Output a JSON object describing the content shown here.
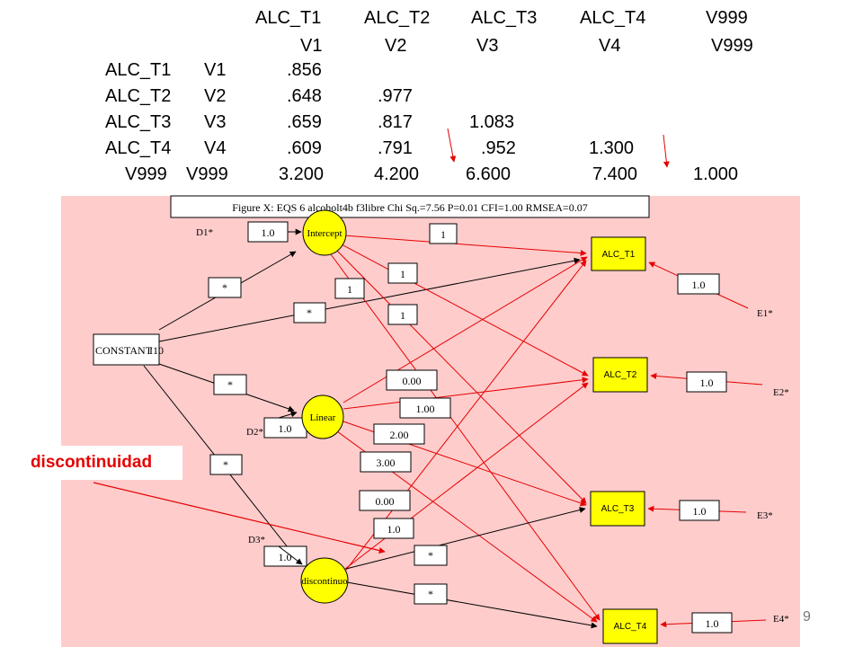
{
  "matrix": {
    "col_names": [
      "ALC_T1",
      "ALC_T2",
      "ALC_T3",
      "ALC_T4",
      "V999"
    ],
    "col_vars": [
      "V1",
      "V2",
      "V3",
      "V4",
      "V999"
    ],
    "rows": [
      {
        "name": "ALC_T1",
        "var": "V1",
        "values": [
          ".856"
        ]
      },
      {
        "name": "ALC_T2",
        "var": "V2",
        "values": [
          ".648",
          ".977"
        ]
      },
      {
        "name": "ALC_T3",
        "var": "V3",
        "values": [
          ".659",
          ".817",
          "1.083"
        ]
      },
      {
        "name": "ALC_T4",
        "var": "V4",
        "values": [
          ".609",
          ".791",
          ".952",
          "1.300"
        ]
      },
      {
        "name": "V999",
        "var": "V999",
        "values": [
          "3.200",
          "4.200",
          "6.600",
          "7.400",
          "1.000"
        ]
      }
    ]
  },
  "diagram": {
    "title": "Figure X: EQS 6 alcoholt4b f3libre Chi Sq.=7.56 P=0.01 CFI=1.00 RMSEA=0.07",
    "constant_label": "CONSTANT",
    "constant_suffix": "I10",
    "factors": {
      "intercept": "Intercept",
      "linear": "Linear",
      "discontinuity": "discontinuo"
    },
    "disturbances": {
      "d1": "D1*",
      "d2": "D2*",
      "d3": "D3*"
    },
    "disturbance_values": {
      "d1": "1.0",
      "d2": "1.0",
      "d3": "1.0"
    },
    "observed": [
      "ALC_T1",
      "ALC_T2",
      "ALC_T3",
      "ALC_T4"
    ],
    "errors": [
      "E1*",
      "E2*",
      "E3*",
      "E4*"
    ],
    "error_values": [
      "1.0",
      "1.0",
      "1.0",
      "1.0"
    ],
    "const_paths": {
      "to_intercept": "*",
      "to_t1": "*",
      "to_linear": "*",
      "to_disc": "*"
    },
    "intercept_loadings": [
      "1",
      "1",
      "1",
      "1"
    ],
    "linear_loadings": [
      "0.00",
      "1.00",
      "2.00",
      "3.00"
    ],
    "disc_loadings": [
      "0.00",
      "1.0",
      "*",
      "*"
    ]
  },
  "callout": "discontinuidad",
  "page_number": "9",
  "colors": {
    "background": "#ffcccc",
    "observed_fill": "#ffff00",
    "factor_fill": "#ffff00",
    "arrow_red": "#e60000"
  }
}
